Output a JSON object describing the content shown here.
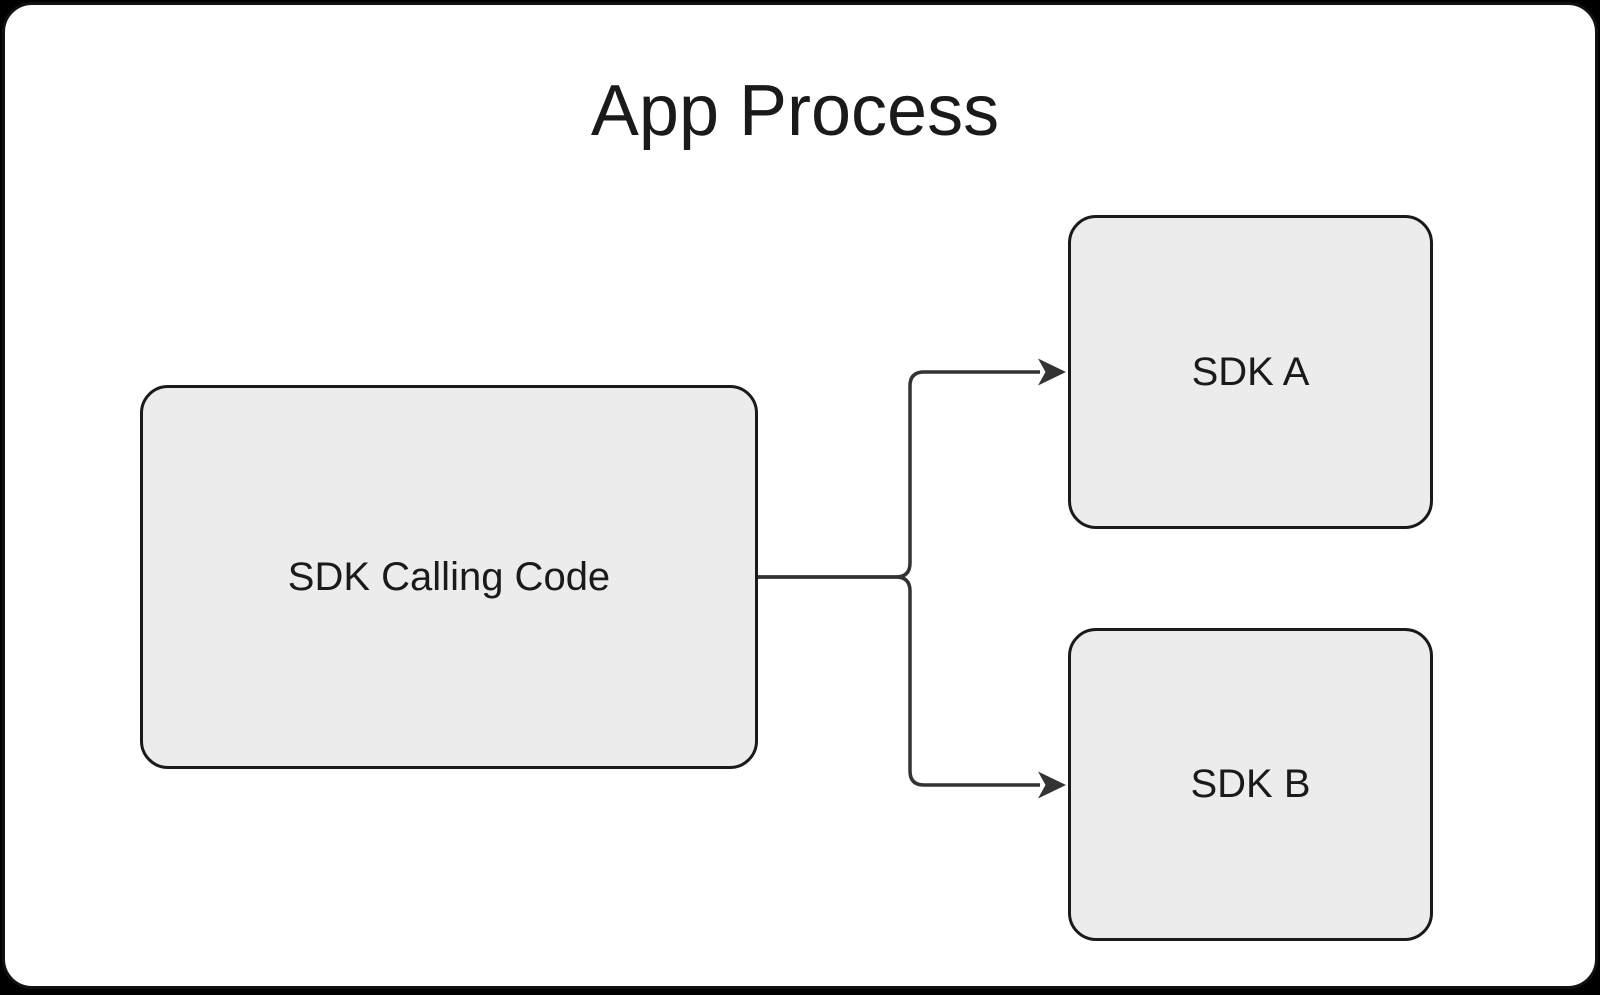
{
  "diagram": {
    "title": "App Process",
    "nodes": [
      {
        "id": "sdk-calling-code",
        "label": "SDK Calling Code"
      },
      {
        "id": "sdk-a",
        "label": "SDK A"
      },
      {
        "id": "sdk-b",
        "label": "SDK B"
      }
    ],
    "edges": [
      {
        "from": "sdk-calling-code",
        "to": "sdk-a",
        "arrow": "right"
      },
      {
        "from": "sdk-calling-code",
        "to": "sdk-b",
        "arrow": "right"
      }
    ],
    "colors": {
      "page_background": "#000000",
      "frame_background": "#ffffff",
      "frame_border": "#111111",
      "node_fill": "#ececec",
      "node_border": "#1a1a1a",
      "edge_line": "#333333",
      "text": "#1a1a1a"
    }
  }
}
